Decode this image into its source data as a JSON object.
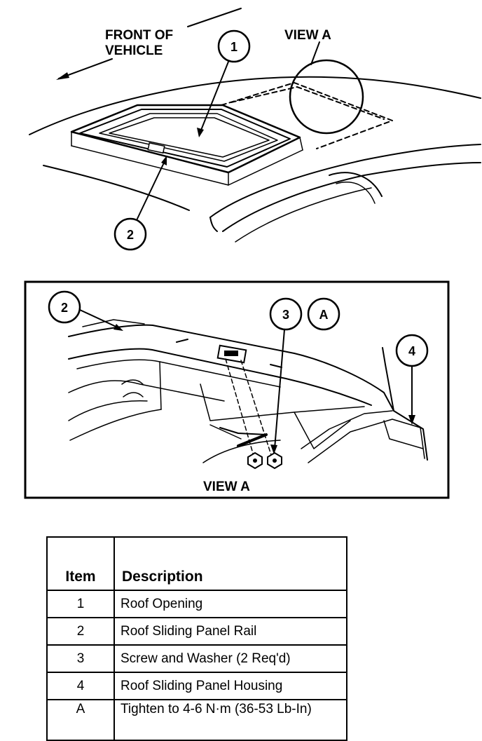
{
  "top_view": {
    "front_label_line1": "FRONT OF",
    "front_label_line2": "VEHICLE",
    "view_label": "VIEW A",
    "callouts": [
      "1",
      "2"
    ]
  },
  "detail_view": {
    "caption": "VIEW A",
    "callouts": [
      "2",
      "3",
      "A",
      "4"
    ]
  },
  "legend": {
    "header_item": "Item",
    "header_desc": "Description",
    "rows": [
      {
        "item": "1",
        "desc": "Roof Opening"
      },
      {
        "item": "2",
        "desc": "Roof Sliding Panel Rail"
      },
      {
        "item": "3",
        "desc": "Screw and Washer (2 Req'd)"
      },
      {
        "item": "4",
        "desc": "Roof Sliding Panel Housing"
      },
      {
        "item": "A",
        "desc": "Tighten to 4-6 N·m (36-53 Lb-In)"
      }
    ]
  }
}
